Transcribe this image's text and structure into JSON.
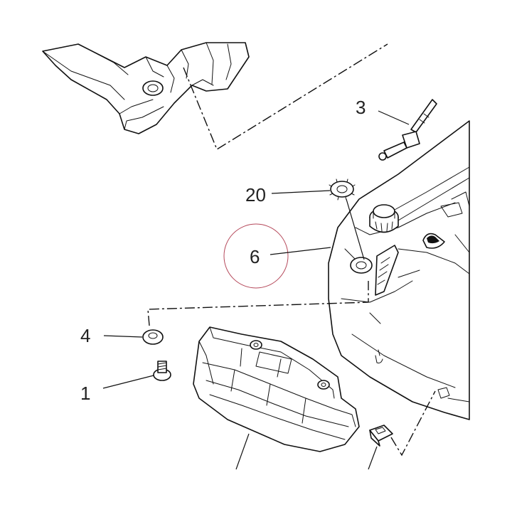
{
  "callouts": {
    "c3": "3",
    "c20": "20",
    "c6": "6",
    "c4": "4",
    "c1": "1"
  },
  "colors": {
    "line": "#111111",
    "highlight_circle": "#b5485a",
    "background": "#ffffff"
  }
}
